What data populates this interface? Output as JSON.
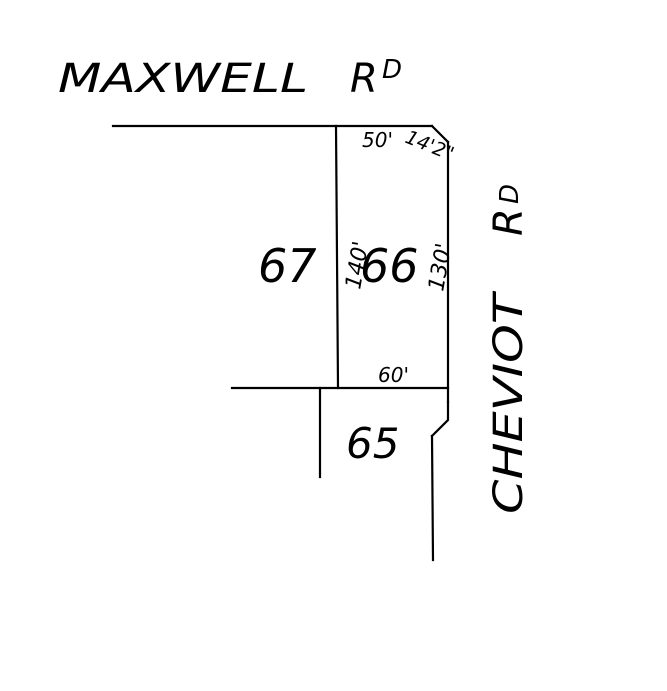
{
  "streets": {
    "maxwell": {
      "name": "MAXWELL",
      "suffix_main": "R",
      "suffix_sup": "D"
    },
    "cheviot": {
      "name": "CHEVIOT",
      "suffix_main": "R",
      "suffix_sup": "D"
    }
  },
  "lots": {
    "lot67": "67",
    "lot66": "66",
    "lot65": "65"
  },
  "dimensions": {
    "lot66_top": "50'",
    "corner_splay": "14'2\"",
    "lot66_west": "140'",
    "lot66_east": "130'",
    "lot66_south": "60'"
  },
  "colors": {
    "ink": "#000000",
    "paper": "#ffffff"
  }
}
